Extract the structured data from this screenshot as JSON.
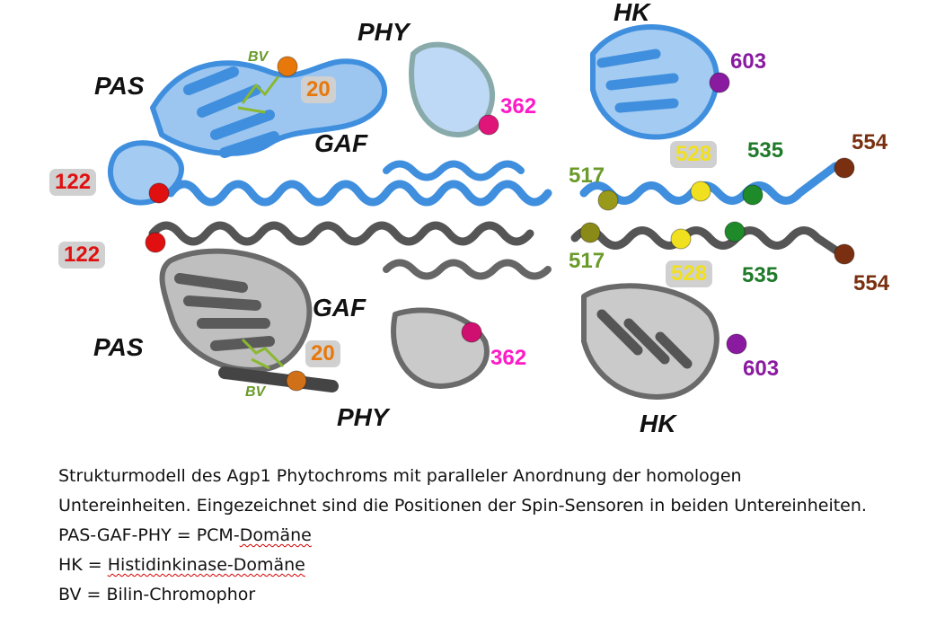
{
  "labels": {
    "domains": {
      "pas_top": "PAS",
      "gaf_top": "GAF",
      "phy_top": "PHY",
      "hk_top": "HK",
      "pas_bottom": "PAS",
      "gaf_bottom": "GAF",
      "phy_bottom": "PHY",
      "hk_bottom": "HK"
    },
    "chromophore": {
      "top": "BV",
      "bottom": "BV"
    },
    "sensors": {
      "s20_top": "20",
      "s20_bottom": "20",
      "s122_top": "122",
      "s122_bottom": "122",
      "s362_top": "362",
      "s362_bottom": "362",
      "s517_top": "517",
      "s517_bottom": "517",
      "s528_top": "528",
      "s528_bottom": "528",
      "s535_top": "535",
      "s535_bottom": "535",
      "s554_top": "554",
      "s554_bottom": "554",
      "s603_top": "603",
      "s603_bottom": "603"
    }
  },
  "colors": {
    "upper_subunit": "#3f8fde",
    "lower_subunit": "#6e6e6e",
    "s20": "#e8780a",
    "s122": "#e01010",
    "s362": "#e0157a",
    "s517": "#8a8a18",
    "s528": "#f0e020",
    "s535": "#1f8a2a",
    "s554": "#7a3010",
    "s603": "#8a1aa0"
  },
  "caption": {
    "line1": "Strukturmodell des Agp1 Phytochroms mit paralleler Anordnung der homologen",
    "line2": "Untereinheiten. Eingezeichnet sind die Positionen der Spin-Sensoren in beiden Untereinheiten.",
    "line3_a": "PAS-GAF-PHY = PCM-",
    "line3_b": "Domäne",
    "line4_a": "HK = ",
    "line4_b": "Histidinkinase-Domäne",
    "line5": "BV = Bilin-Chromophor"
  }
}
